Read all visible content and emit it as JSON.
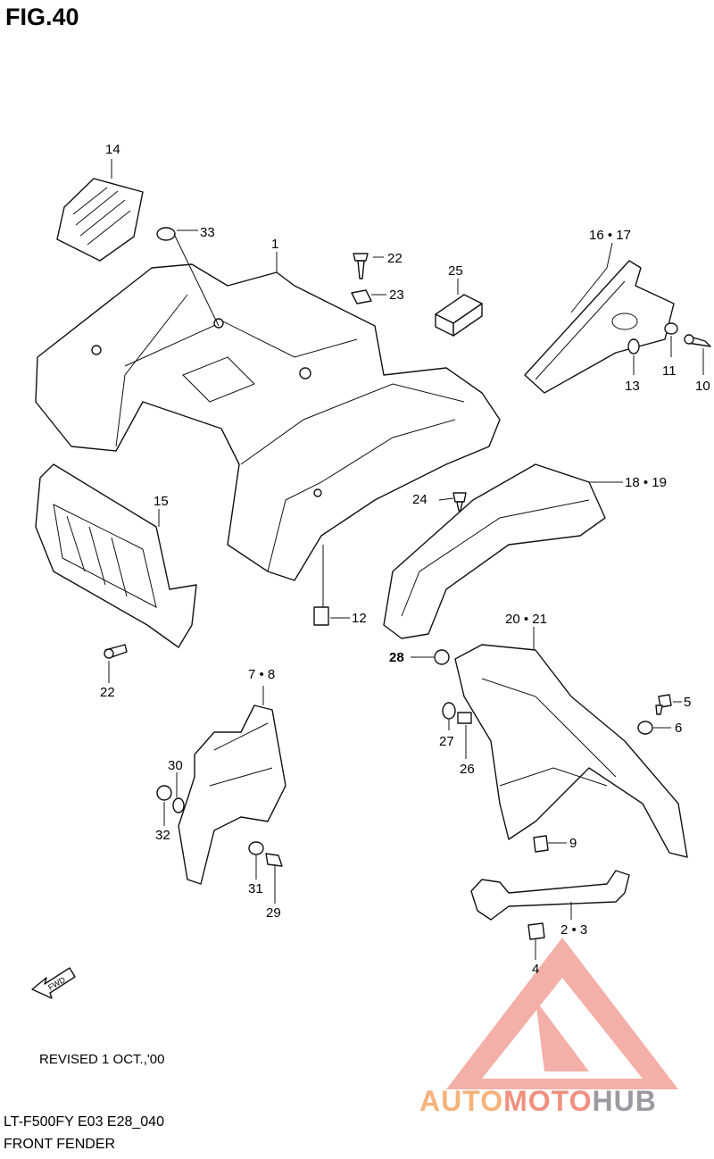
{
  "header": {
    "figure": "FIG.40"
  },
  "footer": {
    "revised": "REVISED 1 OCT.,'00",
    "model": "LT-F500FY E03 E28_040",
    "title": "FRONT FENDER"
  },
  "watermark": {
    "part1": "AUTO",
    "part2": "MOTO",
    "part3": "HUB",
    "colors": {
      "auto": "#f5b27a",
      "moto": "#f0907e",
      "hub": "#9a9aa0",
      "triangle": "#f2928a"
    }
  },
  "arrow": {
    "label": "FWD"
  },
  "callouts": {
    "c1": "1",
    "c2_3": "2 • 3",
    "c4": "4",
    "c5": "5",
    "c6": "6",
    "c7_8": "7 • 8",
    "c9": "9",
    "c10": "10",
    "c11": "11",
    "c12": "12",
    "c13": "13",
    "c14": "14",
    "c15": "15",
    "c16_17": "16 • 17",
    "c18_19": "18 • 19",
    "c20_21": "20 • 21",
    "c22a": "22",
    "c22b": "22",
    "c23": "23",
    "c24": "24",
    "c25": "25",
    "c26": "26",
    "c27": "27",
    "c28": "28",
    "c29": "29",
    "c30": "30",
    "c31": "31",
    "c32": "32",
    "c33": "33"
  }
}
